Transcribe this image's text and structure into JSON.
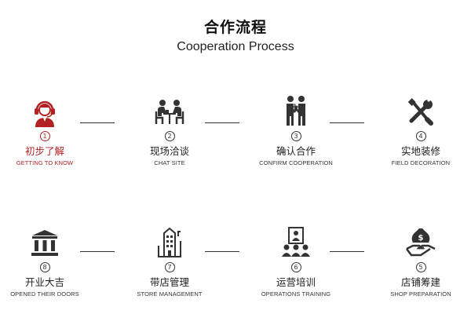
{
  "header": {
    "title_zh": "合作流程",
    "title_en": "Cooperation Process"
  },
  "colors": {
    "accent": "#b22222",
    "text": "#222222",
    "line": "#333333"
  },
  "steps": [
    {
      "num": "1",
      "zh": "初步了解",
      "en": "GETTING TO KNOW",
      "icon": "customer-service-headset-icon"
    },
    {
      "num": "2",
      "zh": "现场洽谈",
      "en": "CHAT SITE",
      "icon": "meeting-table-icon"
    },
    {
      "num": "3",
      "zh": "确认合作",
      "en": "CONFIRM COOPERATION",
      "icon": "handshake-people-icon"
    },
    {
      "num": "4",
      "zh": "实地装修",
      "en": "FIELD DECORATION",
      "icon": "wrench-screwdriver-icon"
    },
    {
      "num": "5",
      "zh": "店铺筹建",
      "en": "SHOP PREPARATION",
      "icon": "money-hand-icon"
    },
    {
      "num": "6",
      "zh": "运营培训",
      "en": "OPERATIONS TRAINING",
      "icon": "training-presentation-icon"
    },
    {
      "num": "7",
      "zh": "带店管理",
      "en": "STORE MANAGEMENT",
      "icon": "store-building-icon"
    },
    {
      "num": "8",
      "zh": "开业大吉",
      "en": "OPENED THEIR DOORS",
      "icon": "bank-building-icon"
    }
  ]
}
